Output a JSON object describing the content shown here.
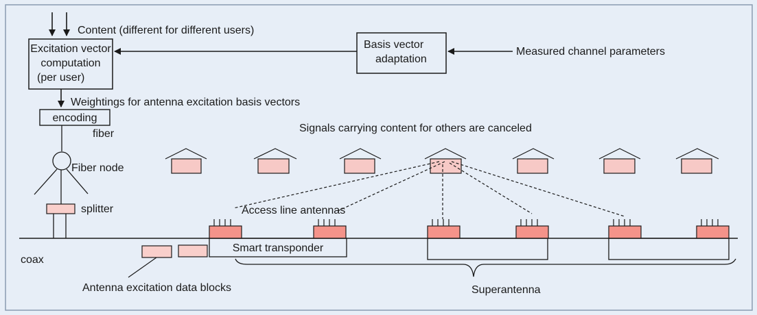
{
  "colors": {
    "background": "#e7eef7",
    "frame": "#8a9bb0",
    "stroke": "#1a1a1a",
    "house_window": "#f7c9c6",
    "antenna_fill": "#f4938a",
    "data_block_fill": "#f9cfcb"
  },
  "labels": {
    "content": "Content (different for different users)",
    "excitation_box": [
      "Excitation vector",
      "computation",
      "(per user)"
    ],
    "basis_box": [
      "Basis vector",
      "adaptation"
    ],
    "measured": "Measured channel parameters",
    "weightings": "Weightings for antenna excitation basis vectors",
    "encoding": "encoding",
    "fiber": "fiber",
    "signals_canceled": "Signals carrying content for others are canceled",
    "fiber_node": "Fiber node",
    "splitter": "splitter",
    "access_line_antennas": "Access line antennas",
    "coax": "coax",
    "smart_transponder": "Smart transponder",
    "data_blocks": "Antenna excitation data blocks",
    "superantenna": "Superantenna"
  }
}
